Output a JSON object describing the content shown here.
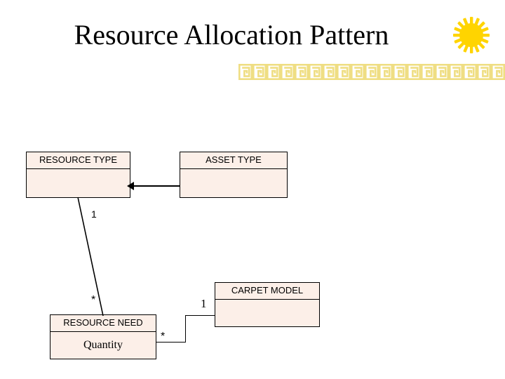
{
  "slide": {
    "title": "Resource Allocation Pattern",
    "background_color": "#ffffff"
  },
  "ornaments": {
    "sun_icon": "sun-starburst-icon",
    "sun_color": "#FFD400",
    "border_icon": "greek-key-border",
    "border_color": "#F2E08A",
    "border_repeats": 19
  },
  "diagram": {
    "type": "uml-class-diagram",
    "box_fill": "#fcefe8",
    "box_stroke": "#000000",
    "classes": [
      {
        "id": "resource-type",
        "name": "RESOURCE TYPE",
        "attributes": []
      },
      {
        "id": "asset-type",
        "name": "ASSET TYPE",
        "attributes": []
      },
      {
        "id": "resource-need",
        "name": "RESOURCE NEED",
        "attributes": [
          "Quantity"
        ]
      },
      {
        "id": "carpet-model",
        "name": "CARPET MODEL",
        "attributes": []
      }
    ],
    "relationships": [
      {
        "id": "asset-to-resource",
        "from": "asset-type",
        "to": "resource-type",
        "style": "solid-arrow",
        "direction": "left"
      },
      {
        "id": "resource-type-to-need",
        "from": "resource-type",
        "to": "resource-need",
        "style": "diagonal-line",
        "source_multiplicity": "1",
        "target_multiplicity": "*"
      },
      {
        "id": "need-to-carpet",
        "from": "resource-need",
        "to": "carpet-model",
        "style": "stepped-line",
        "source_multiplicity": "*",
        "target_multiplicity": "1"
      }
    ],
    "multiplicity_labels": {
      "resource_type_end": "1",
      "resource_need_upper_end": "*",
      "resource_need_right_end": "*",
      "carpet_model_end": "1"
    }
  }
}
